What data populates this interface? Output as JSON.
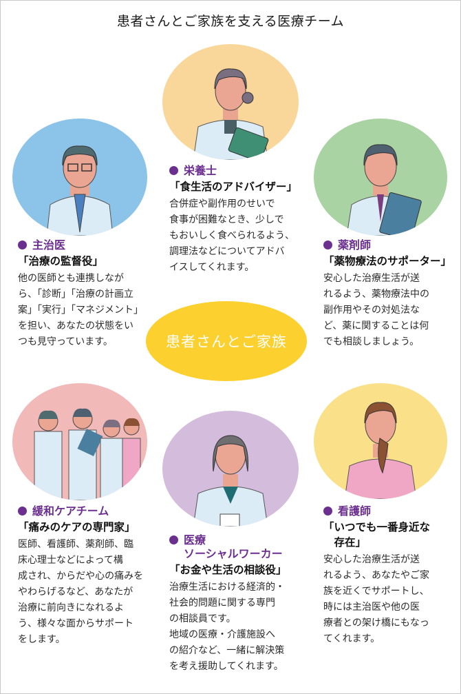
{
  "title": "患者さんとご家族を支える医療チーム",
  "center": {
    "label": "患者さんとご家族"
  },
  "colors": {
    "accent": "#6b2f8f",
    "center": "#fcd02f"
  },
  "members": [
    {
      "role": "主治医",
      "tagline": "「治療の監督役」",
      "description": "他の医師とも連携しなが\nら、「診断」「治療の計画立\n案」「実行」「マネジメント」\nを担い、あなたの状態をい\nつも見守っています。",
      "portrait_bg": "#8cc3e8",
      "portrait": "doctor-glasses-icon"
    },
    {
      "role": "栄養士",
      "tagline": "「食生活のアドバイザー」",
      "description": "合併症や副作用のせいで\n食事が困難なとき、少しで\nもおいしく食べられるよう、\n調理法などについてアドバ\nイスしてくれます。",
      "portrait_bg": "#f9d79b",
      "portrait": "dietitian-icon"
    },
    {
      "role": "薬剤師",
      "tagline": "「薬物療法のサポーター」",
      "description": "安心した治療生活が送\nれるよう、薬物療法中の\n副作用やその対処法な\nど、薬に関することは何\nでも相談しましょう。",
      "portrait_bg": "#a9d3a2",
      "portrait": "pharmacist-icon"
    },
    {
      "role": "緩和ケアチーム",
      "tagline": "「痛みのケアの専門家」",
      "description": "医師、看護師、薬剤師、臨\n床心理士などによって構\n成され、からだや心の痛みを\nやわらげるなど、あなたが\n治療に前向きになれるよ\nう、様々な面からサポート\nをします。",
      "portrait_bg": "#f2b9b9",
      "portrait": "care-team-icon"
    },
    {
      "role": "医療",
      "role_sub": "ソーシャルワーカー",
      "tagline": "「お金や生活の相談役」",
      "description": "治療生活における経済的・\n社会的問題に関する専門\nの相談員です。\n地域の医療・介護施設へ\nの紹介など、一緒に解決策\nを考え援助してくれます。",
      "portrait_bg": "#d4bcdc",
      "portrait": "social-worker-icon"
    },
    {
      "role": "看護師",
      "tagline": "「いつでも一番身近な\n　存在」",
      "description": "安心した治療生活が送\nれるよう、あなたやご家\n族を近くでサポートし、\n時には主治医や他の医\n療者との架け橋にもなっ\nてくれます。",
      "portrait_bg": "#fbe08a",
      "portrait": "nurse-icon"
    }
  ]
}
